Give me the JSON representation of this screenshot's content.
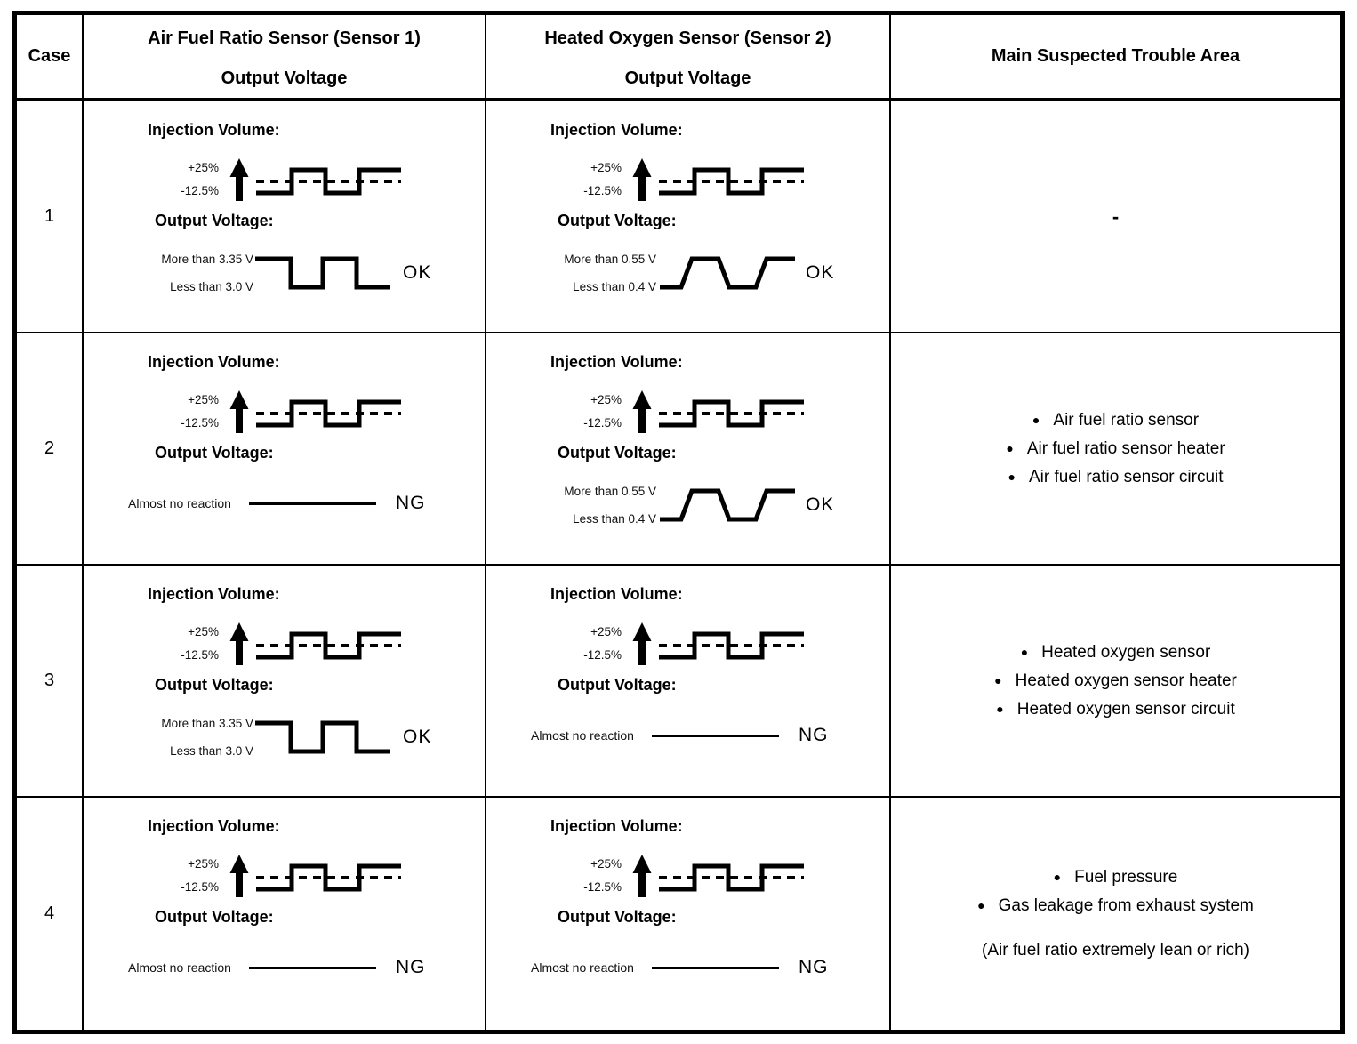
{
  "table": {
    "headers": {
      "case": "Case",
      "af_line1": "Air Fuel Ratio Sensor (Sensor 1)",
      "af_line2": "Output Voltage",
      "o2_line1": "Heated Oxygen Sensor (Sensor 2)",
      "o2_line2": "Output Voltage",
      "trouble": "Main Suspected Trouble Area"
    },
    "labels": {
      "injection": "Injection Volume:",
      "output": "Output Voltage:",
      "plus": "+25%",
      "minus": "-12.5%",
      "af_high": "More than 3.35 V",
      "af_low": "Less than 3.0 V",
      "o2_high": "More than 0.55 V",
      "o2_low": "Less than 0.4 V",
      "no_reaction": "Almost no reaction"
    },
    "rows": [
      {
        "case": "1",
        "af_waveform": "square-wave-reacting",
        "af_result": "OK",
        "o2_waveform": "trapezoid-wave-reacting",
        "o2_result": "OK",
        "trouble": {
          "dash": "-"
        }
      },
      {
        "case": "2",
        "af_waveform": "flat-no-reaction",
        "af_result": "NG",
        "o2_waveform": "trapezoid-wave-reacting",
        "o2_result": "OK",
        "trouble": {
          "bullets": [
            "Air fuel ratio sensor",
            "Air fuel ratio sensor heater",
            "Air fuel ratio sensor circuit"
          ]
        }
      },
      {
        "case": "3",
        "af_waveform": "square-wave-reacting",
        "af_result": "OK",
        "o2_waveform": "flat-no-reaction",
        "o2_result": "NG",
        "trouble": {
          "bullets": [
            "Heated oxygen sensor",
            "Heated oxygen sensor heater",
            "Heated oxygen sensor circuit"
          ]
        }
      },
      {
        "case": "4",
        "af_waveform": "flat-no-reaction",
        "af_result": "NG",
        "o2_waveform": "flat-no-reaction",
        "o2_result": "NG",
        "trouble": {
          "bullets": [
            "Fuel pressure",
            "Gas leakage from exhaust system"
          ],
          "note": "(Air fuel ratio extremely lean or rich)"
        }
      }
    ]
  }
}
